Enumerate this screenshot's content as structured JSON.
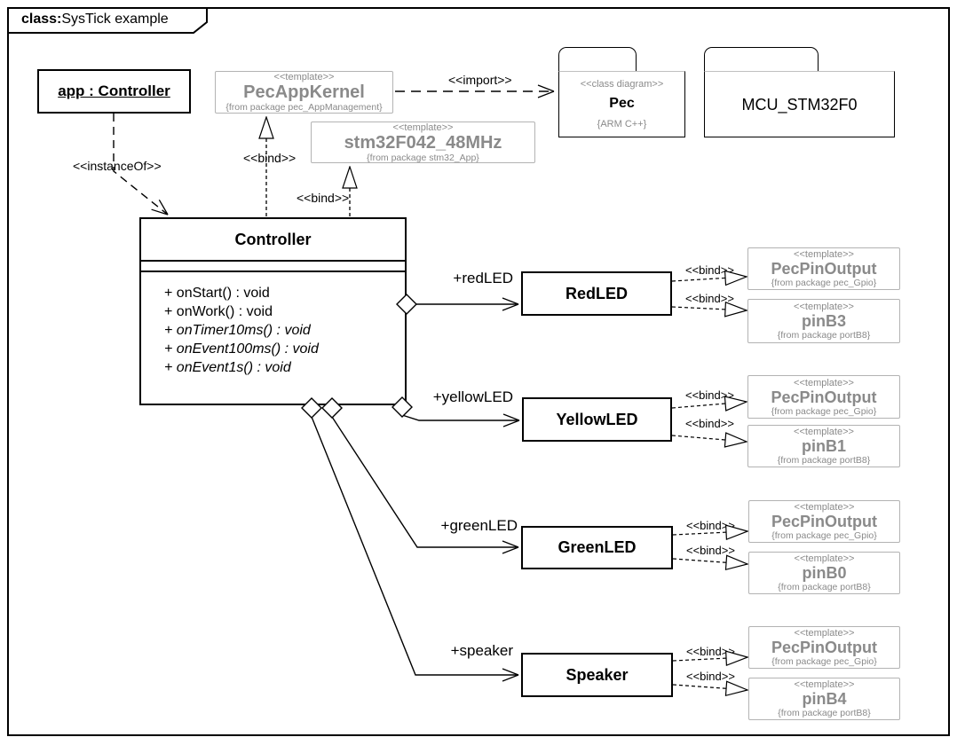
{
  "colors": {
    "background": "#ffffff",
    "line": "#000000",
    "template_border": "#b3b3b3",
    "template_text": "#8a8a8a",
    "package_divider": "#c0c0c0"
  },
  "frame_title": {
    "prefix": "class:",
    "name": "SysTick example"
  },
  "labels": {
    "instance_of": "<<instanceOf>>",
    "import": "<<import>>",
    "bind": "<<bind>>"
  },
  "app_object": {
    "name": "app : Controller"
  },
  "templates": {
    "pec_app_kernel": {
      "stereotype": "<<template>>",
      "name": "PecAppKernel",
      "from": "{from package pec_AppManagement}"
    },
    "stm32": {
      "stereotype": "<<template>>",
      "name": "stm32F042_48MHz",
      "from": "{from package stm32_App}"
    }
  },
  "packages": {
    "pec": {
      "stereotype": "<<class diagram>>",
      "name": "Pec",
      "tag": "{ARM C++}"
    },
    "mcu": {
      "name": "MCU_STM32F0"
    }
  },
  "controller": {
    "name": "Controller",
    "operations": [
      {
        "text": "+ onStart() : void",
        "italic": false
      },
      {
        "text": "+ onWork() : void",
        "italic": false
      },
      {
        "text": "+ onTimer10ms() : void",
        "italic": true
      },
      {
        "text": "+ onEvent100ms() : void",
        "italic": true
      },
      {
        "text": "+ onEvent1s() : void",
        "italic": true
      }
    ]
  },
  "rows": [
    {
      "role": "+redLED",
      "component": "RedLED",
      "pec_pin": {
        "stereotype": "<<template>>",
        "name": "PecPinOutput",
        "from": "{from package pec_Gpio}"
      },
      "pin": {
        "stereotype": "<<template>>",
        "name": "pinB3",
        "from": "{from package portB8}"
      }
    },
    {
      "role": "+yellowLED",
      "component": "YellowLED",
      "pec_pin": {
        "stereotype": "<<template>>",
        "name": "PecPinOutput",
        "from": "{from package pec_Gpio}"
      },
      "pin": {
        "stereotype": "<<template>>",
        "name": "pinB1",
        "from": "{from package portB8}"
      }
    },
    {
      "role": "+greenLED",
      "component": "GreenLED",
      "pec_pin": {
        "stereotype": "<<template>>",
        "name": "PecPinOutput",
        "from": "{from package pec_Gpio}"
      },
      "pin": {
        "stereotype": "<<template>>",
        "name": "pinB0",
        "from": "{from package portB8}"
      }
    },
    {
      "role": "+speaker",
      "component": "Speaker",
      "pec_pin": {
        "stereotype": "<<template>>",
        "name": "PecPinOutput",
        "from": "{from package pec_Gpio}"
      },
      "pin": {
        "stereotype": "<<template>>",
        "name": "pinB4",
        "from": "{from package portB8}"
      }
    }
  ]
}
